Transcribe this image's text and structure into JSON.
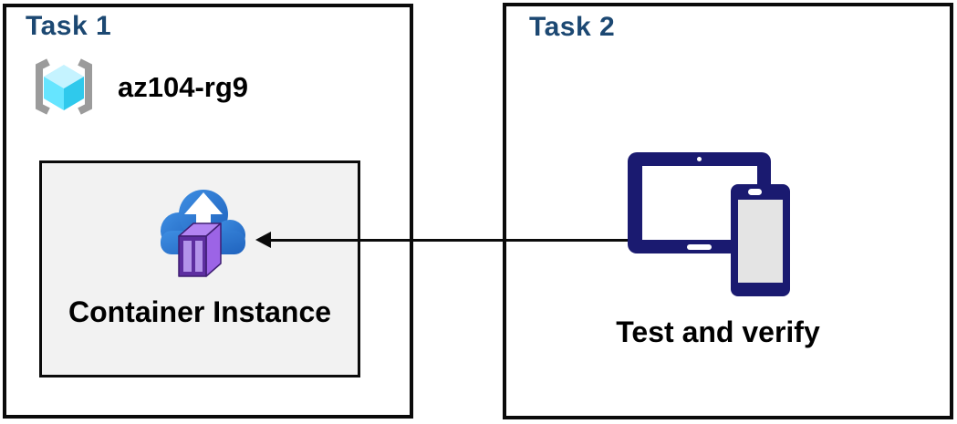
{
  "colors": {
    "title_blue": "#1C4872",
    "border_black": "#0B0B0B",
    "panel_gray": "#F2F2F2",
    "label_black": "#000000",
    "device_navy": "#1A1A70",
    "device_screen_gray": "#E4E4E4",
    "arrow_black": "#0B0B0B",
    "cloud_blue_light": "#3E8EE2",
    "cloud_blue_dark": "#2063BE",
    "container_front_frame": "#5D2EA0",
    "container_door_panel": "#B393EA",
    "container_top": "#B284F2",
    "container_side": "#9C64E6",
    "cube_top": "#C5F3FF",
    "cube_left": "#66E5FF",
    "cube_right": "#2FC9EC",
    "bracket_gray": "#9B9B9B"
  },
  "task1": {
    "title": "Task 1",
    "resource_group_name": "az104-rg9",
    "container_instance_label": "Container Instance"
  },
  "task2": {
    "title": "Task 2",
    "caption": "Test and verify"
  },
  "icons": {
    "resource_group": "azure-resource-group",
    "container_instance": "azure-container-instance-cloud-upload",
    "devices": "tablet-and-phone"
  }
}
